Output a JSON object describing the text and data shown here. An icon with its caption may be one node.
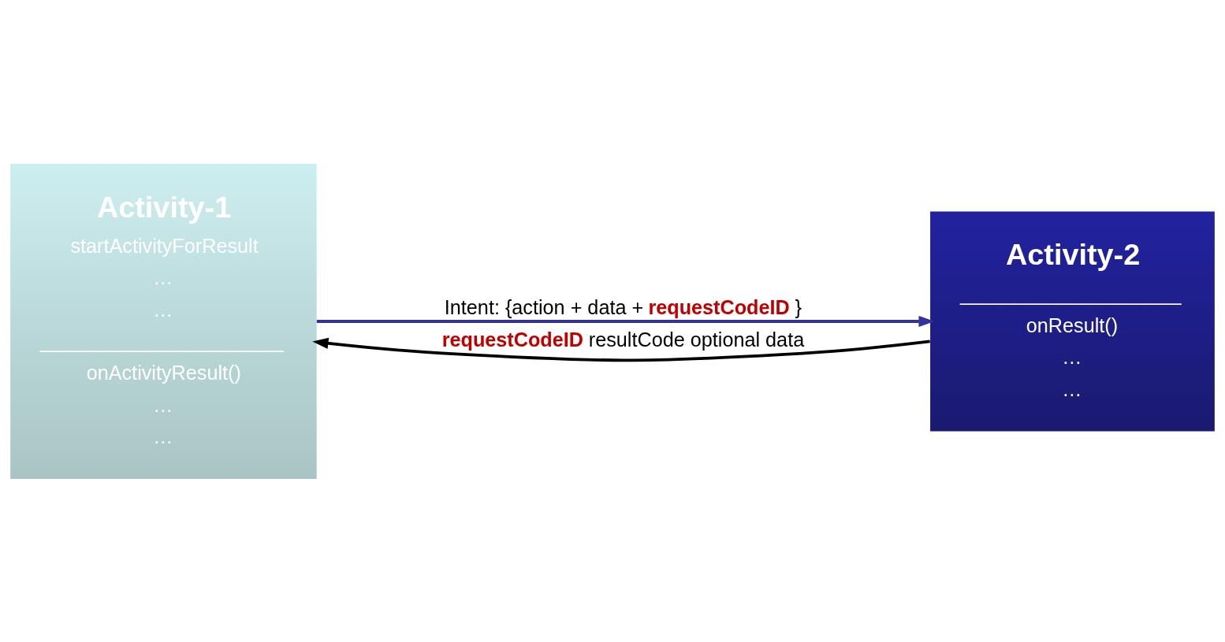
{
  "diagram": {
    "nodes": [
      {
        "text": [
          "Activity-1",
          "startActivityForResult",
          "…",
          "…",
          "______________________",
          "onActivityResult()",
          "…",
          "…"
        ]
      },
      {
        "text": [
          "Activity-2",
          "____________________",
          "onResult()",
          "…",
          "…"
        ]
      }
    ],
    "edges": [
      {
        "from": 0,
        "to": 1,
        "arrow": "to",
        "label": "Intent: {action + data + **requestCodeID** }",
        "color": "#333399"
      },
      {
        "from": 1,
        "to": 0,
        "arrow": "to",
        "label": "**requestCodeID** resultCode optional data",
        "color": "#000000"
      }
    ]
  }
}
